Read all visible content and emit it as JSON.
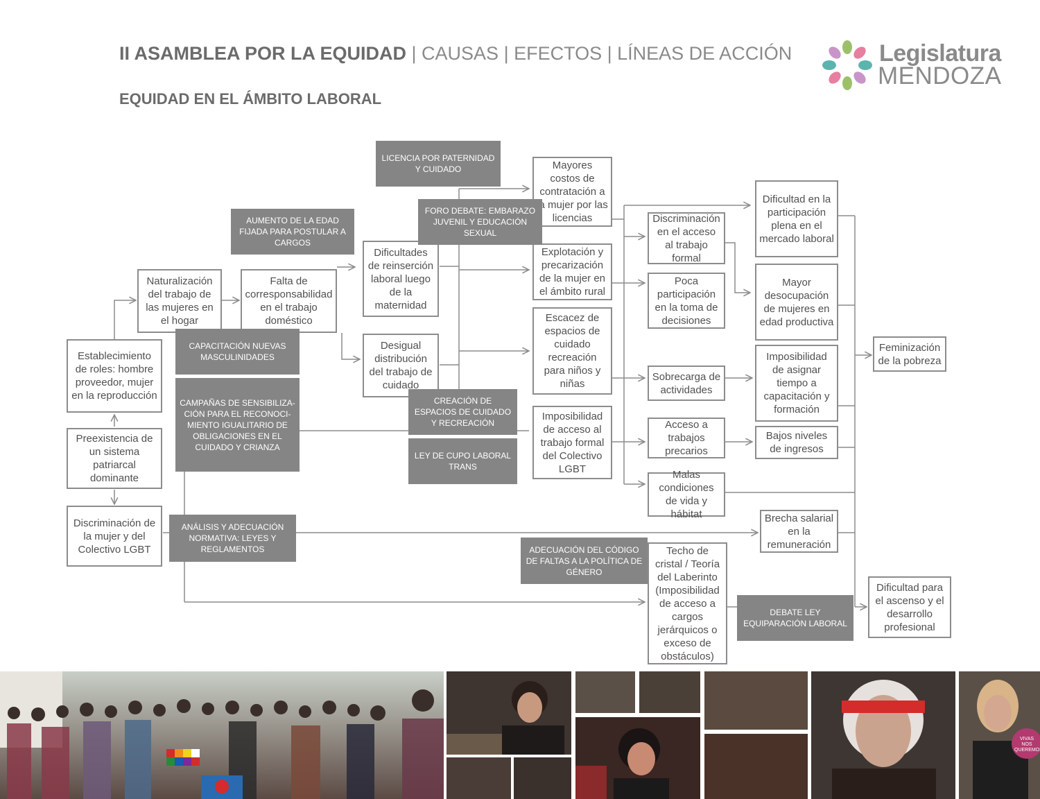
{
  "header": {
    "title_main": "II ASAMBLEA POR LA EQUIDAD",
    "title_rest": " | CAUSAS  | EFECTOS | LÍNEAS DE ACCIÓN",
    "subtitle": "EQUIDAD EN EL ÁMBITO LABORAL"
  },
  "logo": {
    "line1": "Legislatura",
    "line2": "MENDOZA"
  },
  "boxes": {
    "roles": "Establecimiento de roles: hombre proveedor, mujer en la reproducción",
    "patriarcal": "Preexistencia de un sistema patriarcal dominante",
    "discriminacion": "Discriminación de la mujer y del Colectivo LGBT",
    "naturalizacion": "Naturalización del trabajo de las mujeres en el hogar",
    "corresponsabilidad": "Falta de corresponsabilidad en el trabajo doméstico",
    "reinsercion": "Dificultades de reinserción laboral luego de la maternidad",
    "desigual": "Desigual distribución del trabajo de cuidado",
    "costos": "Mayores costos de contratación a la mujer por las licencias",
    "explotacion": "Explotación y precarización de la mujer en el ámbito rural",
    "escacez": "Escacez de espacios de cuidado recreación para niños y niñas",
    "imposibilidad_lgbt": "Imposibilidad de acceso al trabajo formal del Colectivo LGBT",
    "disc_formal": "Discriminación en el acceso al trabajo formal",
    "poca_part": "Poca participación en la toma de decisiones",
    "sobrecarga": "Sobrecarga de actividades",
    "precarios": "Acceso a trabajos precarios",
    "malas": "Malas condiciones de vida y hábitat",
    "dificultad_part": "Dificultad en la participación plena en el mercado laboral",
    "desocupacion": "Mayor desocupación de mujeres en edad productiva",
    "capacitacion": "Imposibilidad de asignar tiempo a capacitación y formación",
    "bajos": "Bajos niveles de ingresos",
    "brecha": "Brecha salarial en la remuneración",
    "techo": "Techo de cristal / Teoría del Laberinto (Imposibilidad de acceso a cargos jerárquicos o exceso de obstáculos)",
    "feminizacion": "Feminización de la pobreza",
    "ascenso": "Dificultad para el ascenso y el desarrollo profesional"
  },
  "actions": {
    "licencia": "LICENCIA POR PATERNIDAD Y CUIDADO",
    "edad": "AUMENTO DE LA EDAD FIJADA PARA POSTULAR A CARGOS",
    "foro": "FORO DEBATE: EMBARAZO JUVENIL Y EDUCACIÓN SEXUAL",
    "masculinidades": "CAPACITACIÓN NUEVAS MASCULINIDADES",
    "campanas": "CAMPAÑAS DE SENSIBILIZA-CIÓN PARA EL RECONOCI-MIENTO IGUALITARIO DE OBLIGACIONES EN EL CUIDADO Y CRIANZA",
    "espacios": "CREACIÓN DE ESPACIOS DE CUIDADO Y RECREACIÓN",
    "cupo": "LEY DE CUPO LABORAL TRANS",
    "normativa": "ANÁLISIS Y ADECUACIÓN NORMATIVA: LEYES Y REGLAMENTOS",
    "codigo": "ADECUACIÓN DEL CÓDIGO DE FALTAS A LA POLÍTICA DE GÉNERO",
    "equiparacion": "DEBATE LEY EQUIPARACIÓN LABORAL"
  },
  "photos": {
    "sign_text": "VIVAS NOS QUEREMOS"
  }
}
